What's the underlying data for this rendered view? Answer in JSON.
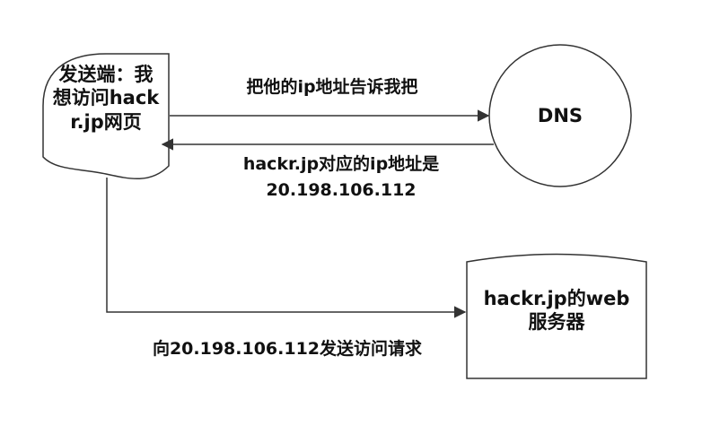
{
  "nodes": {
    "sender": {
      "label": "发送端：我想访问hackr.jp网页"
    },
    "dns": {
      "label": "DNS"
    },
    "webserver": {
      "label": "hackr.jp的web服务器"
    }
  },
  "edges": {
    "ask": {
      "label": "把他的ip地址告诉我把"
    },
    "reply": {
      "line1": "hackr.jp对应的ip地址是",
      "line2": "20.198.106.112"
    },
    "visit": {
      "label": "向20.198.106.112发送访问请求"
    }
  },
  "colors": {
    "stroke": "#333333",
    "text": "#111111",
    "background": "#ffffff"
  }
}
